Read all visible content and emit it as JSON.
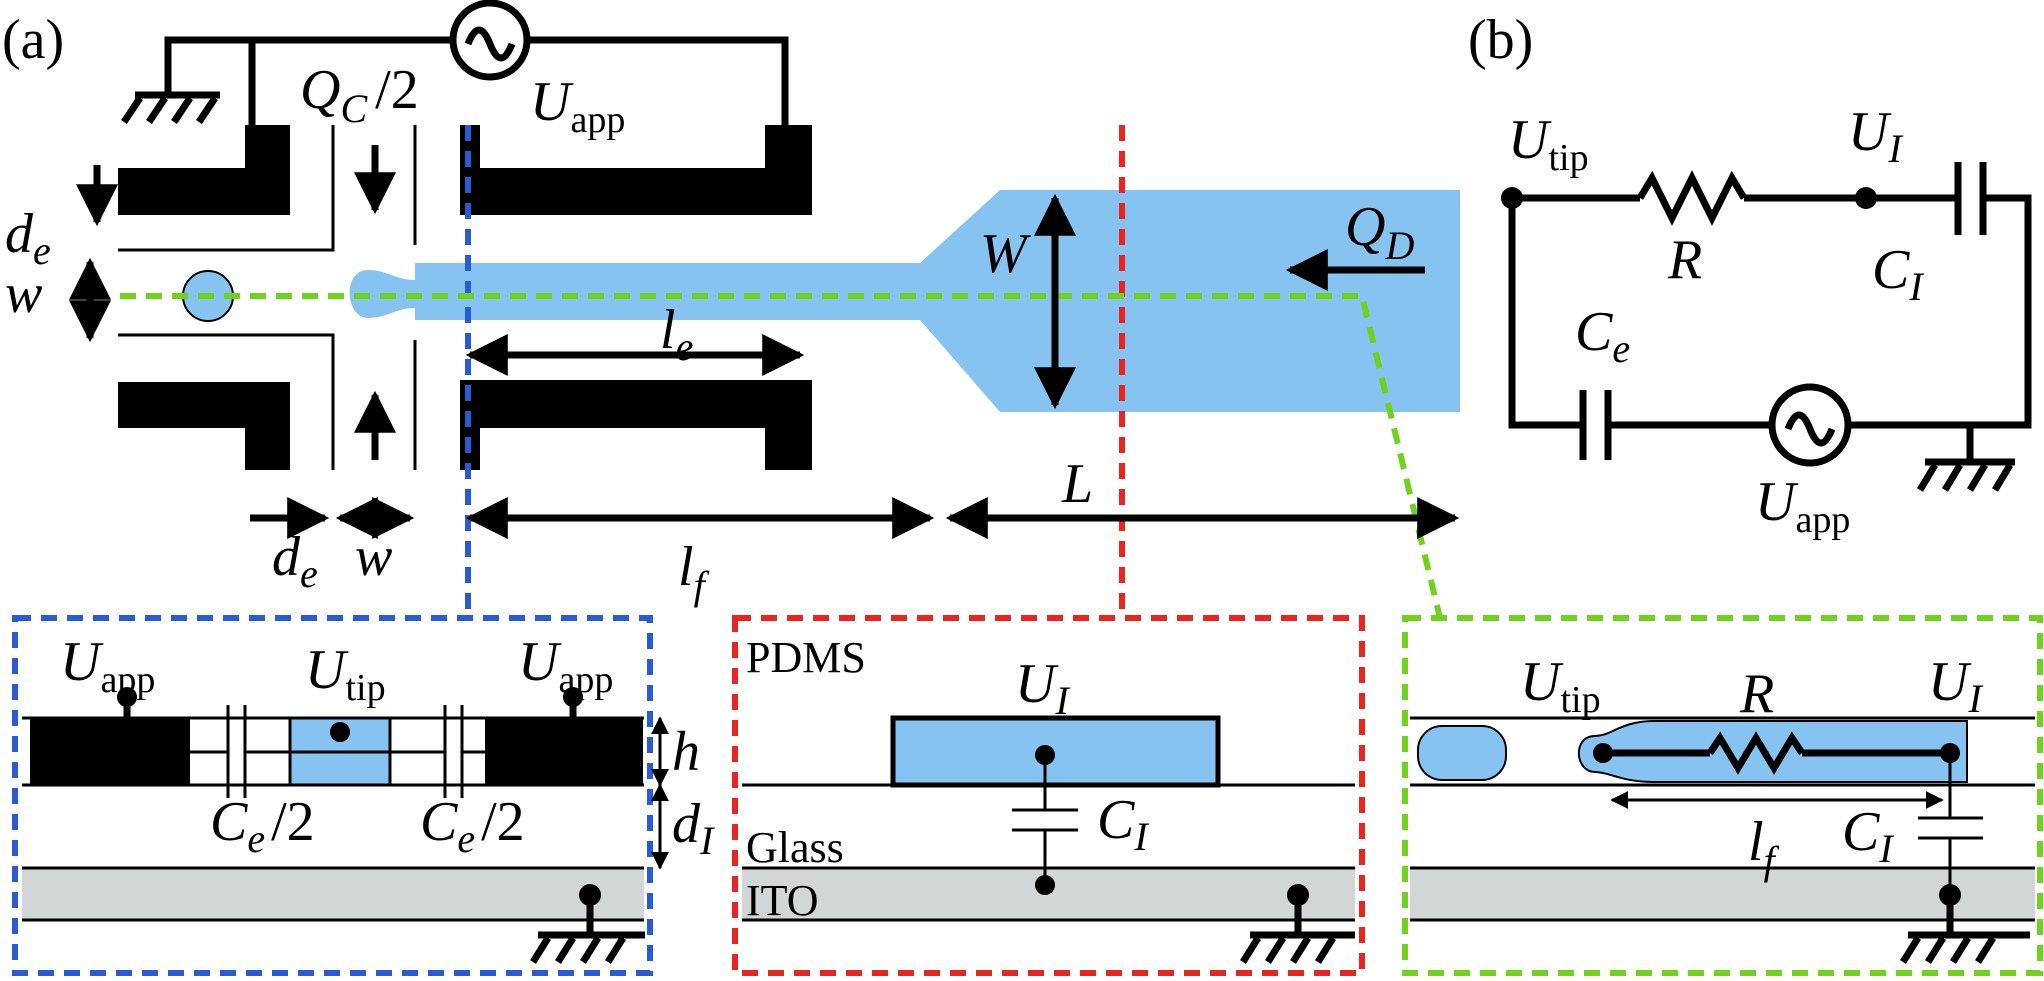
{
  "panels": {
    "a": "(a)",
    "b": "(b)"
  },
  "symbols": {
    "U": "U",
    "app": "app",
    "tip": "tip",
    "Q": "Q",
    "C_sub": "C",
    "half": "/2",
    "D_sub": "D",
    "d": "d",
    "e_sub": "e",
    "w": "w",
    "W": "W",
    "l": "l",
    "f_sub": "f",
    "L": "L",
    "R": "R",
    "C": "C",
    "I_sub": "I",
    "h": "h"
  },
  "materials": {
    "pdms": "PDMS",
    "glass": "Glass",
    "ito": "ITO"
  },
  "colors": {
    "liquid": "#86c3f1",
    "blue_box": "#2a5bd7",
    "red_box": "#e8251f",
    "green_box": "#6fd21c",
    "ito": "#d3d6d6"
  },
  "icons": [
    "ground-icon",
    "ac-source-icon",
    "resistor-icon",
    "capacitor-icon"
  ]
}
